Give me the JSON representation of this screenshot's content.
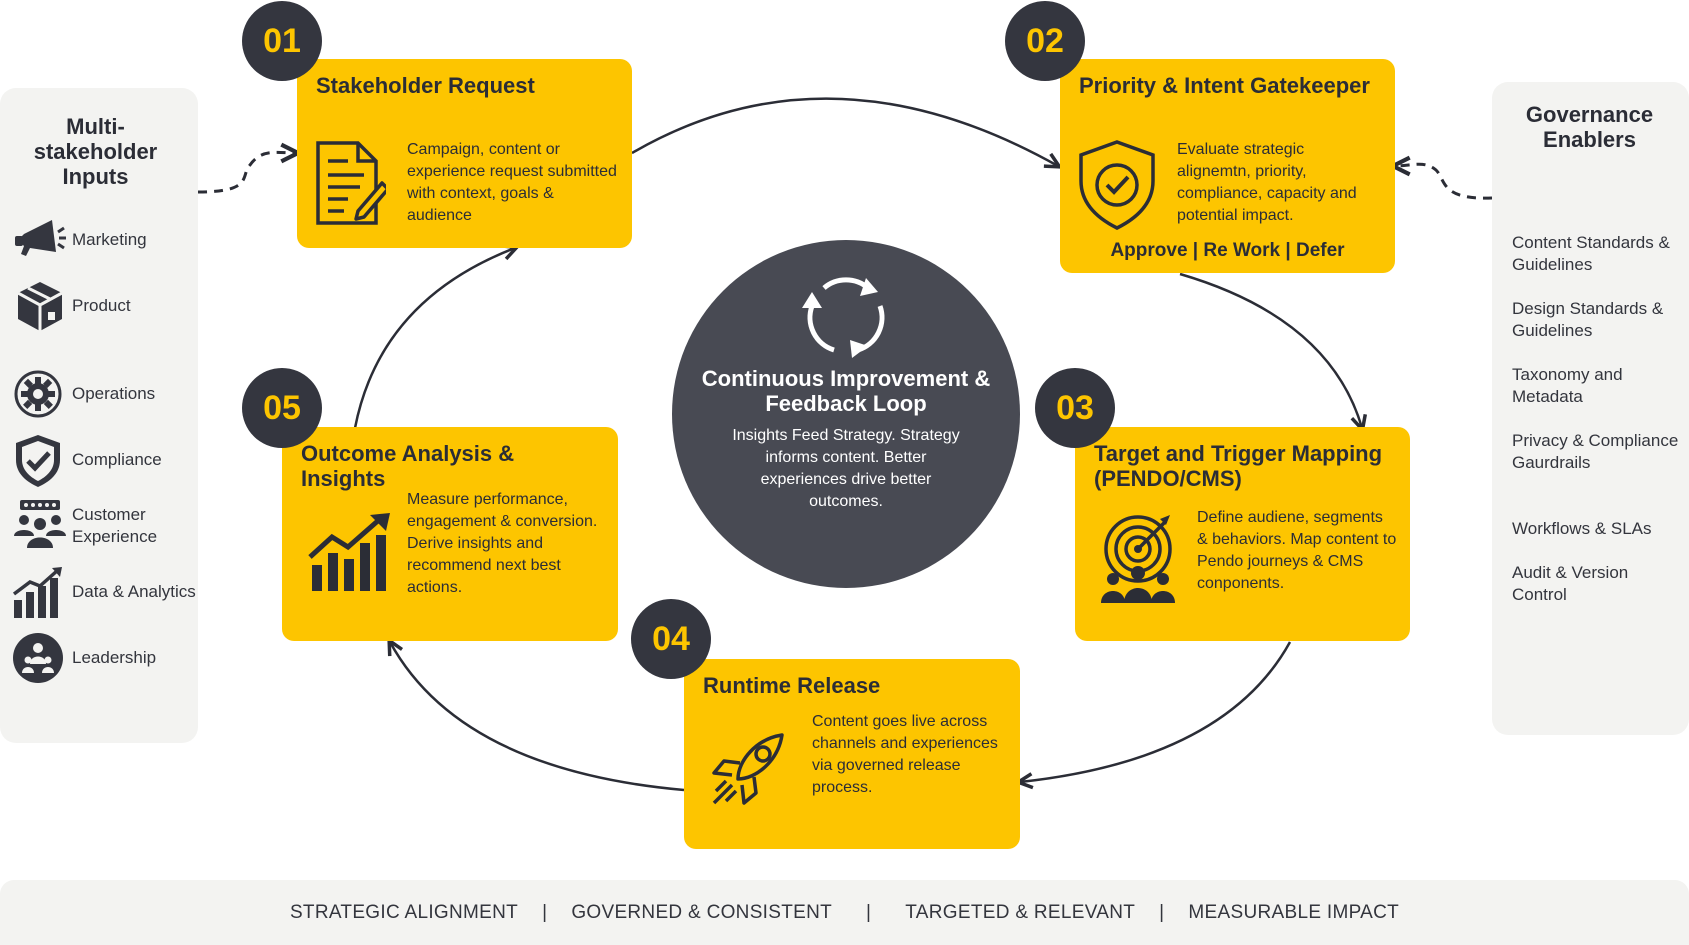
{
  "left_panel": {
    "title": "Multi-stakeholder Inputs",
    "items": [
      {
        "label": "Marketing",
        "icon": "megaphone-icon"
      },
      {
        "label": "Product",
        "icon": "box-icon"
      },
      {
        "label": "Operations",
        "icon": "gear-icon"
      },
      {
        "label": "Compliance",
        "icon": "shield-check-icon"
      },
      {
        "label": "Customer Experience",
        "icon": "customer-group-icon"
      },
      {
        "label": "Data & Analytics",
        "icon": "bar-chart-icon"
      },
      {
        "label": "Leadership",
        "icon": "leadership-icon"
      }
    ]
  },
  "right_panel": {
    "title": "Governance Enablers",
    "items": [
      "Content Standards & Guidelines",
      "Design Standards & Guidelines",
      "Taxonomy and Metadata",
      "Privacy & Compliance Gaurdrails",
      "Workflows & SLAs",
      "Audit & Version Control"
    ]
  },
  "steps": [
    {
      "number": "01",
      "title": "Stakeholder Request",
      "desc": "Campaign, content or experience request submitted with context, goals & audience",
      "icon": "document-pencil-icon"
    },
    {
      "number": "02",
      "title": "Priority & Intent Gatekeeper",
      "desc": "Evaluate strategic alignemtn, priority, compliance, capacity and potential impact.",
      "decision": "Approve | Re Work | Defer",
      "icon": "shield-check-icon"
    },
    {
      "number": "03",
      "title": "Target and Trigger Mapping (PENDO/CMS)",
      "desc": "Define audiene, segments & behaviors. Map content to Pendo journeys & CMS conponents.",
      "icon": "target-audience-icon"
    },
    {
      "number": "04",
      "title": "Runtime Release",
      "desc": "Content goes live across channels and experiences via governed release process.",
      "icon": "rocket-icon"
    },
    {
      "number": "05",
      "title": "Outcome Analysis & Insights",
      "desc": "Measure performance, engagement & conversion. Derive insights and recommend next best actions.",
      "icon": "growth-chart-icon"
    }
  ],
  "center": {
    "title": "Continuous Improvement & Feedback Loop",
    "desc": "Insights Feed Strategy. Strategy informs content. Better experiences drive better outcomes.",
    "icon": "cycle-arrows-icon"
  },
  "bottom_bar": {
    "items": [
      "STRATEGIC ALIGNMENT",
      "GOVERNED & CONSISTENT",
      "TARGETED & RELEVANT",
      "MEASURABLE IMPACT"
    ],
    "separator": "|"
  },
  "colors": {
    "accent": "#fdc500",
    "dark": "#34363f",
    "center": "#484a53",
    "panel": "#f3f3f1"
  }
}
